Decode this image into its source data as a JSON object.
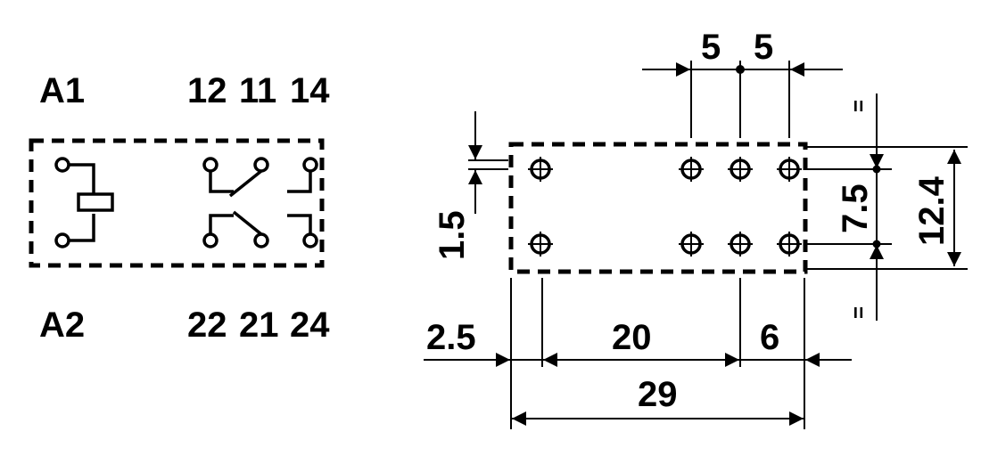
{
  "schematic": {
    "terminals_top": {
      "coil": "A1",
      "c1": "12",
      "c2": "11",
      "c3": "14"
    },
    "terminals_bottom": {
      "coil": "A2",
      "c1": "22",
      "c2": "21",
      "c3": "24"
    }
  },
  "footprint": {
    "pin_pitch_a": "5",
    "pin_pitch_b": "5",
    "pin_offset": "1.5",
    "row_spacing": "7.5",
    "body_width": "12.4",
    "left_margin": "2.5",
    "coil_to_contact": "20",
    "right_margin": "6",
    "body_length": "29",
    "equal_mark_top": "=",
    "equal_mark_bottom": "="
  }
}
